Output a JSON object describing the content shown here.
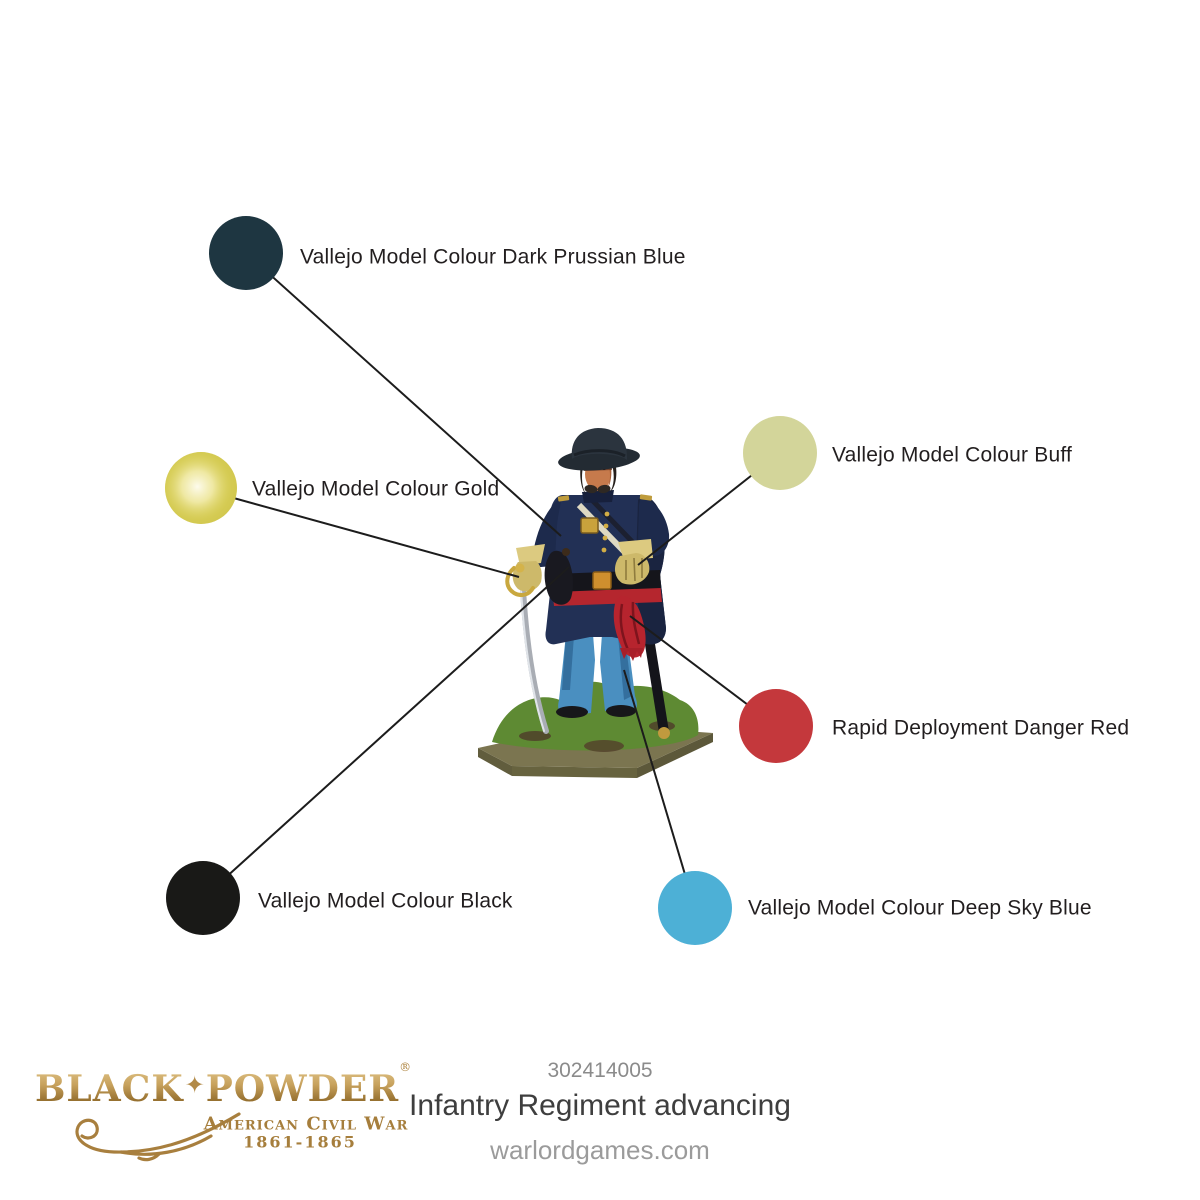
{
  "canvas": {
    "background": "#ffffff"
  },
  "callouts": [
    {
      "name": "dark-prussian-blue",
      "label": "Vallejo Model Colour Dark Prussian Blue",
      "color": "#1e3641"
    },
    {
      "name": "gold",
      "label": "Vallejo Model Colour Gold",
      "color": "#d2c84f",
      "highlight": "#fdfbec"
    },
    {
      "name": "buff",
      "label": "Vallejo Model Colour Buff",
      "color": "#d3d59a"
    },
    {
      "name": "danger-red",
      "label": "Rapid Deployment Danger Red",
      "color": "#c4383c"
    },
    {
      "name": "black",
      "label": "Vallejo Model Colour Black",
      "color": "#191917"
    },
    {
      "name": "deep-sky-blue",
      "label": "Vallejo Model Colour Deep Sky Blue",
      "color": "#4db0d6"
    }
  ],
  "figure": {
    "name": "union-infantry-officer-miniature"
  },
  "footer": {
    "product_code": "302414005",
    "product_name": "Infantry Regiment advancing",
    "website": "warlordgames.com",
    "logo": {
      "word1": "Black",
      "separator": "✦",
      "word2": "Powder",
      "registered": "®",
      "subtitle": "American Civil War",
      "years": "1861-1865",
      "gold_light": "#e0c488",
      "gold_dark": "#96702f"
    }
  }
}
